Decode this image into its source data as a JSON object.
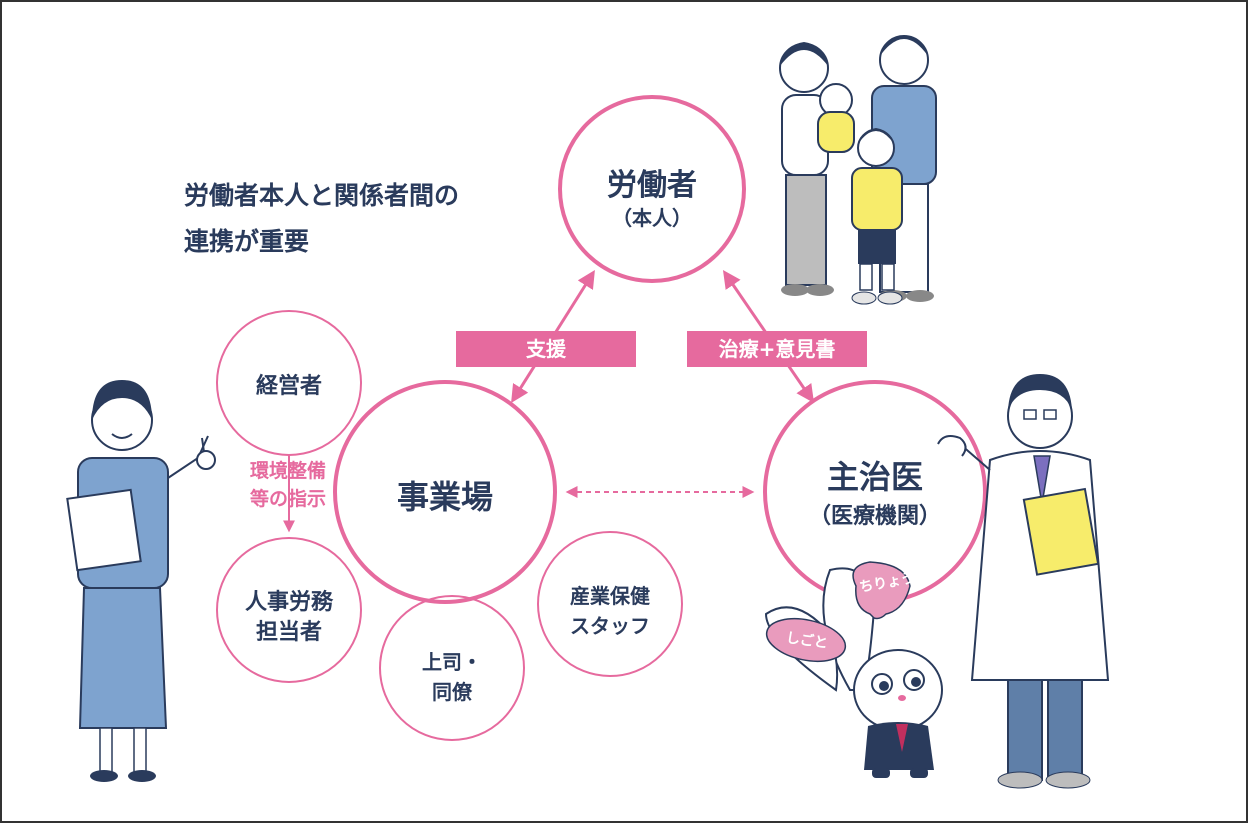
{
  "heading": {
    "line1": "労働者本人と関係者間の",
    "line2": "連携が重要"
  },
  "nodes": {
    "worker": {
      "title": "労働者",
      "sub": "（本人）"
    },
    "workplace": {
      "title": "事業場"
    },
    "doctor": {
      "title": "主治医",
      "sub": "（医療機関）"
    },
    "manager": {
      "label": "経営者"
    },
    "hr": {
      "line1": "人事労務",
      "line2": "担当者"
    },
    "boss": {
      "line1": "上司・",
      "line2": "同僚"
    },
    "health": {
      "line1": "産業保健",
      "line2": "スタッフ"
    }
  },
  "arrows": {
    "support": "支援",
    "treatment": "治療+意見書",
    "instruction_line1": "環境整備",
    "instruction_line2": "等の指示"
  },
  "mascot": {
    "ear1": "ちりょう",
    "ear2": "しごと"
  },
  "colors": {
    "pink": "#e66a9e",
    "text": "#2a3b5c",
    "blue_suit": "#7ea3cf",
    "yellow": "#f7ec6b"
  }
}
